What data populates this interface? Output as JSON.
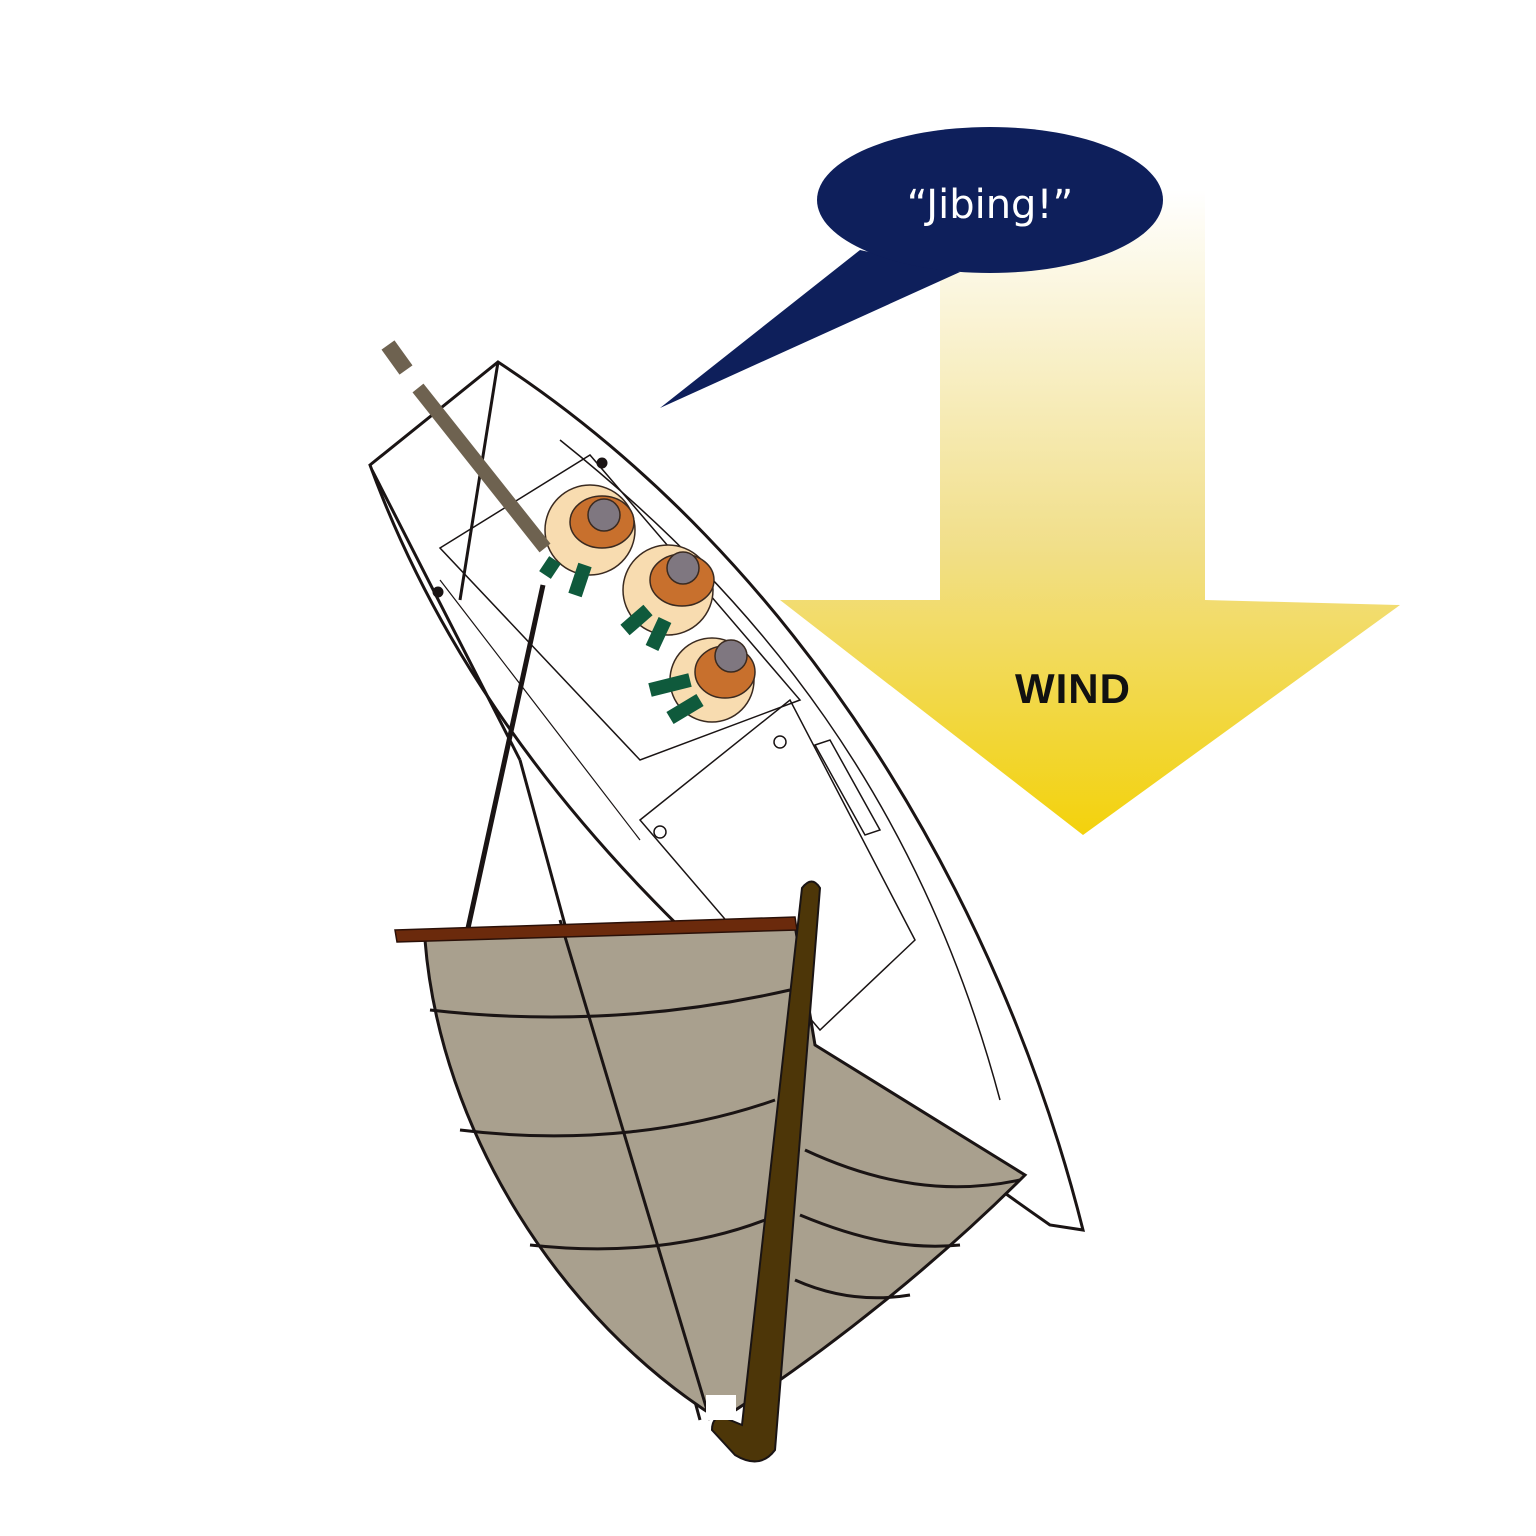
{
  "speech_bubble": {
    "text": "“Jibing!”",
    "color": "#0e1f5b"
  },
  "wind_arrow": {
    "label": "WIND",
    "direction": "down",
    "gradient_top": "#ffffff",
    "gradient_bottom": "#f3d20c"
  },
  "boat": {
    "hull_color": "#ffffff",
    "sail_color": "#a9a08e",
    "boom_color": "#6b2a0c",
    "mast_color": "#4d3608",
    "tiller_color": "#6e6250"
  },
  "crew": [
    {
      "role": "helmsman",
      "jacket": "#c8702d",
      "pants": "#0f5a3c"
    },
    {
      "role": "crew",
      "jacket": "#c8702d",
      "pants": "#0f5a3c"
    },
    {
      "role": "crew",
      "jacket": "#c8702d",
      "pants": "#0f5a3c"
    }
  ]
}
